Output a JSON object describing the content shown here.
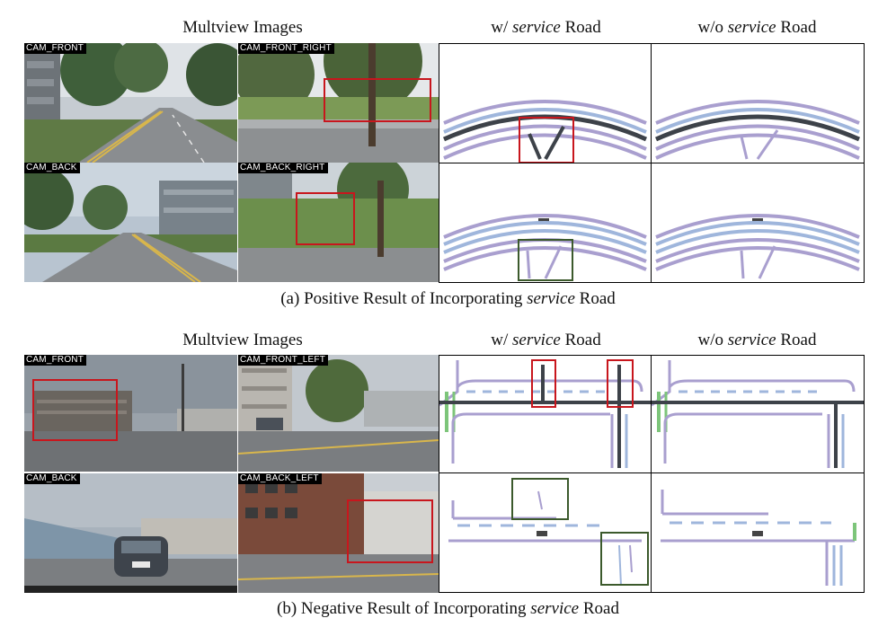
{
  "section_a": {
    "headers": {
      "multiview": "Multview Images",
      "with_prefix": "w/ ",
      "with_italic": "service",
      "with_suffix": " Road",
      "without_prefix": "w/o ",
      "without_italic": "service",
      "without_suffix": " Road"
    },
    "cameras": [
      "CAM_FRONT",
      "CAM_FRONT_RIGHT",
      "CAM_BACK",
      "CAM_BACK_RIGHT"
    ],
    "caption": {
      "prefix": "(a) Positive Result of Incorporating ",
      "italic": "service",
      "suffix": " Road"
    }
  },
  "section_b": {
    "headers": {
      "multiview": "Multview Images",
      "with_prefix": "w/ ",
      "with_italic": "service",
      "with_suffix": " Road",
      "without_prefix": "w/o ",
      "without_italic": "service",
      "without_suffix": " Road"
    },
    "cameras": [
      "CAM_FRONT",
      "CAM_FRONT_LEFT",
      "CAM_BACK",
      "CAM_BACK_LEFT"
    ],
    "caption": {
      "prefix": "(b) Negative Result of Incorporating ",
      "italic": "service",
      "suffix": " Road"
    }
  },
  "colors": {
    "divider": "#a99fcf",
    "boundary": "#9fb6dc",
    "centerline": "#3d4249",
    "crossing": "#7dc57a",
    "highlight_red": "#c8161d",
    "highlight_green": "#3c5a2c"
  }
}
